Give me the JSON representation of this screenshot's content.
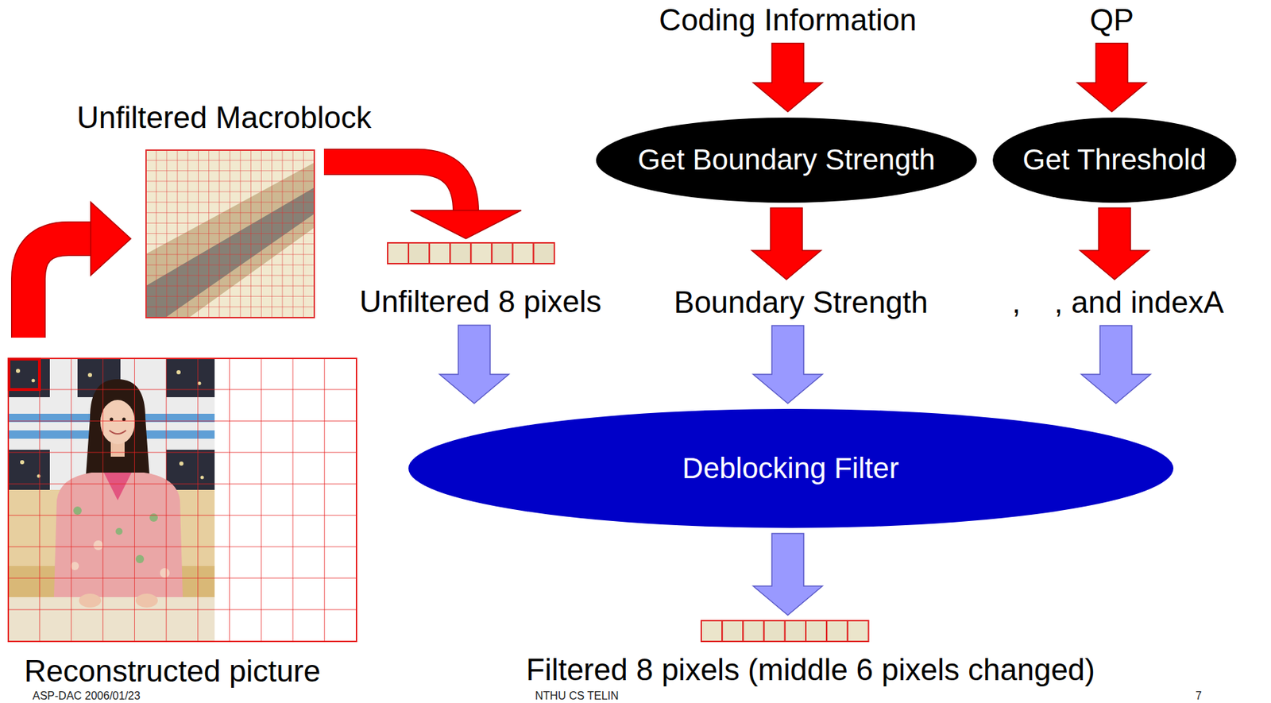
{
  "diagram": {
    "nodes": [
      {
        "text": [
          "Coding Information"
        ]
      },
      {
        "text": [
          "QP"
        ]
      },
      {
        "text": [
          "Unfiltered Macroblock"
        ]
      },
      {
        "text": [
          "Get Boundary Strength"
        ]
      },
      {
        "text": [
          "Get Threshold"
        ]
      },
      {
        "text": [
          "Unfiltered 8 pixels"
        ]
      },
      {
        "text": [
          "Boundary Strength"
        ]
      },
      {
        "text": [
          ",    , and indexA"
        ]
      },
      {
        "text": [
          "Reconstructed picture"
        ]
      },
      {
        "text": [
          "Deblocking Filter"
        ]
      },
      {
        "text": [
          "Filtered 8 pixels (middle 6 pixels changed)"
        ]
      }
    ],
    "edges": [
      {
        "from": 0,
        "to": 3,
        "arrow": "to"
      },
      {
        "from": 1,
        "to": 4,
        "arrow": "to"
      },
      {
        "from": 8,
        "to": 2,
        "arrow": "to"
      },
      {
        "from": 2,
        "to": 5,
        "arrow": "to"
      },
      {
        "from": 3,
        "to": 6,
        "arrow": "to"
      },
      {
        "from": 4,
        "to": 7,
        "arrow": "to"
      },
      {
        "from": 5,
        "to": 9,
        "arrow": "to"
      },
      {
        "from": 6,
        "to": 9,
        "arrow": "to"
      },
      {
        "from": 7,
        "to": 9,
        "arrow": "to"
      },
      {
        "from": 9,
        "to": 10,
        "arrow": "to"
      }
    ],
    "labels": [
      "ASP-DAC 2006/01/23",
      "NTHU CS TELIN",
      "7"
    ]
  }
}
